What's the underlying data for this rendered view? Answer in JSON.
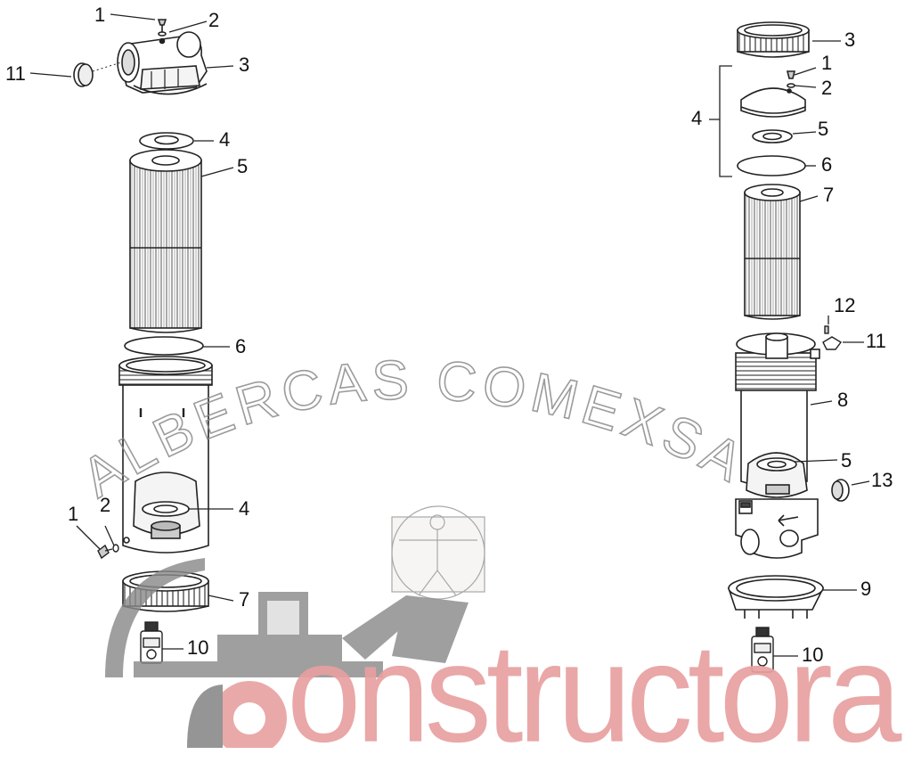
{
  "left_assembly": {
    "labels": {
      "top_screw": "1",
      "top_oring": "2",
      "head_ring": "3",
      "side_cap": "11",
      "top_gasket": "4",
      "cartridge": "5",
      "housing_oring": "6",
      "bottom_gasket": "4",
      "bottom_screw": "1",
      "bottom_oring": "2",
      "lock_ring": "7",
      "bottle": "10"
    }
  },
  "right_assembly": {
    "labels": {
      "lock_ring": "3",
      "screw": "1",
      "oring_small": "2",
      "lid_group": "4",
      "gasket": "5",
      "large_oring": "6",
      "cartridge": "7",
      "valve_oring": "12",
      "valve": "11",
      "housing": "8",
      "inner_gasket": "5",
      "side_plug": "13",
      "base_ring": "9",
      "bottle": "10"
    }
  },
  "watermark": {
    "arc_text": "ALBERCAS COMEXSA",
    "brand_text": "onstructora",
    "brand_color": "#e8a0a0",
    "gray_color": "#8a8a8a"
  }
}
